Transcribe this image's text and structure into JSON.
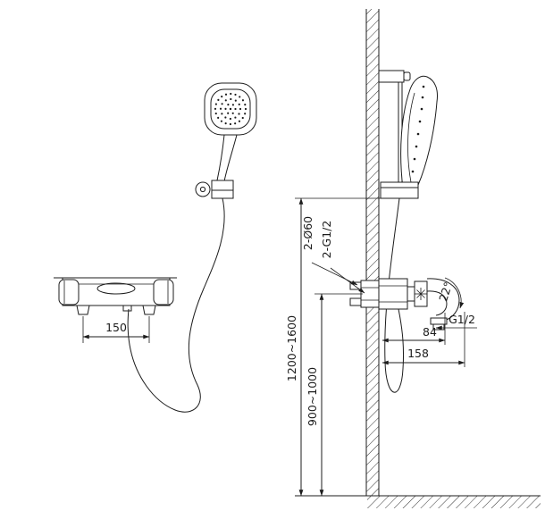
{
  "drawing": {
    "colors": {
      "line": "#1c1c1c",
      "background": "#ffffff"
    },
    "labels": {
      "handle_spacing": "150",
      "escutcheons": "2-Ø60",
      "inlet_thread": "2-G1/2",
      "slide_bar_height": "1200~1600",
      "mixer_height": "900~1000",
      "outlet_thread": "G1/2",
      "wall_to_outlet": "84",
      "wall_to_spout_tip": "158",
      "spout_angle": "22°"
    }
  }
}
